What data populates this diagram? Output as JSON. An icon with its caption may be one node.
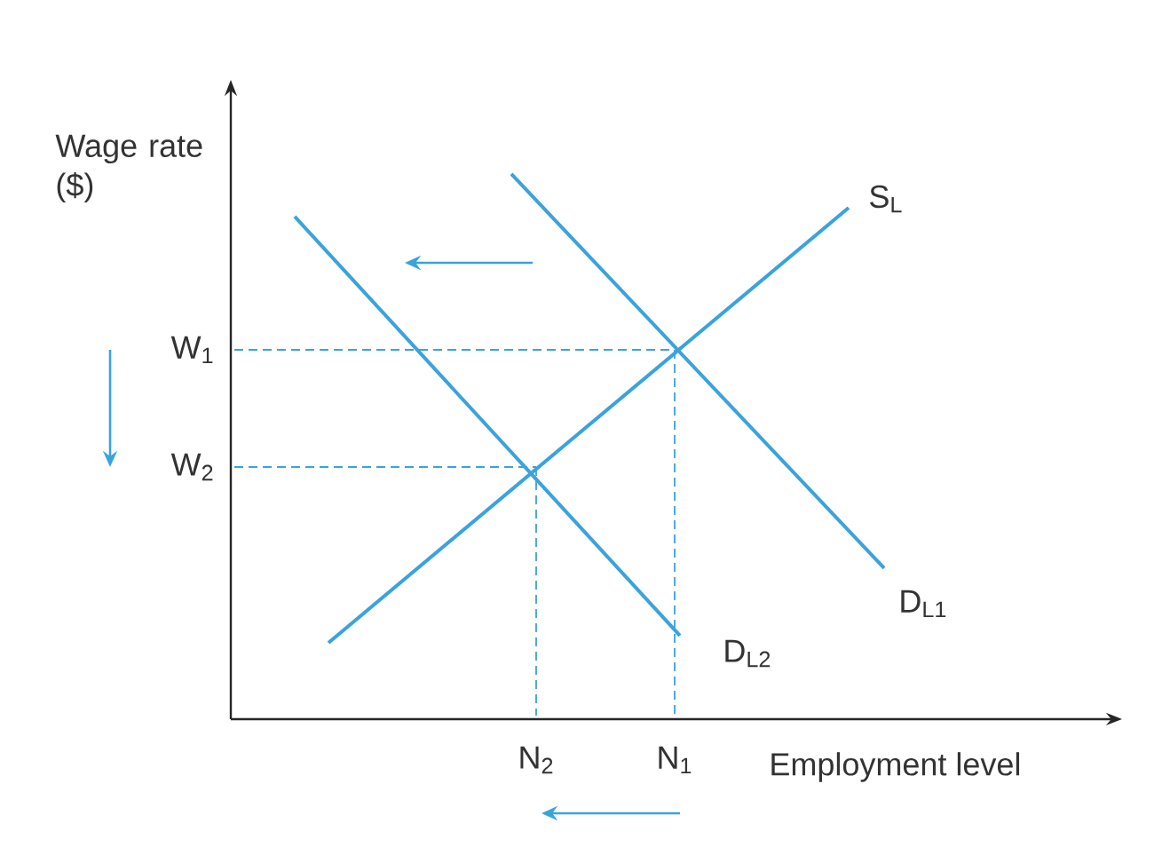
{
  "diagram": {
    "labels": [
      "Wage rate ($)",
      "S$_{L}$",
      "W$_{1}$",
      "W$_{2}$",
      "D$_{L1}$",
      "D$_{L2}$",
      "N$_{2}$",
      "N$_{1}$",
      "Employment level"
    ]
  }
}
